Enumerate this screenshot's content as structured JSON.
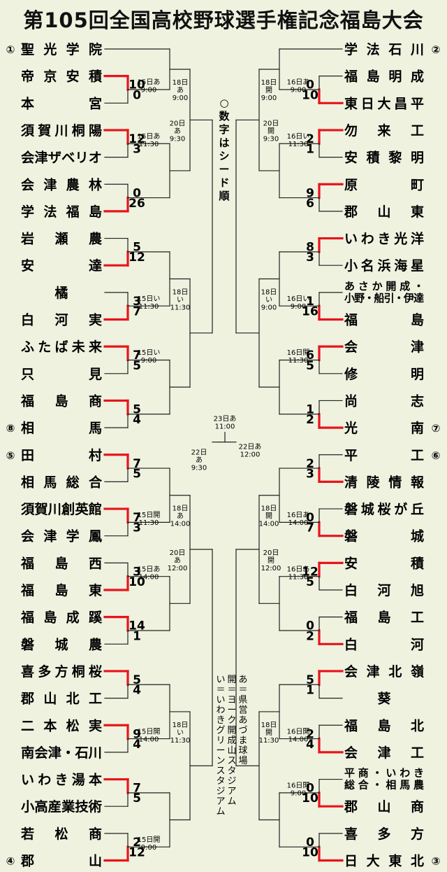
{
  "title": "第105回全国高校野球選手権記念福島大会",
  "note": "○数字はシード順",
  "legend": [
    "あ＝県営あづま球場",
    "開＝ヨーク開成山スタジアム",
    "い＝いわきグリーンスタジアム"
  ],
  "colors": {
    "winner": "#e8141c",
    "line": "#222222",
    "background": "#eef2df"
  },
  "left_teams": [
    {
      "seed": "①",
      "name": "聖光学院"
    },
    {
      "name": "帝京安積"
    },
    {
      "name": "本宮"
    },
    {
      "name": "須賀川桐陽"
    },
    {
      "name": "会津ザベリオ"
    },
    {
      "name": "会津農林"
    },
    {
      "name": "学法福島"
    },
    {
      "name": "岩瀬農"
    },
    {
      "name": "安達"
    },
    {
      "name": "橘"
    },
    {
      "name": "白河実"
    },
    {
      "name": "ふたば未来"
    },
    {
      "name": "只見"
    },
    {
      "name": "福島商"
    },
    {
      "seed": "⑧",
      "name": "相馬"
    },
    {
      "seed": "⑤",
      "name": "田村"
    },
    {
      "name": "相馬総合"
    },
    {
      "name": "須賀川創英館"
    },
    {
      "name": "会津学鳳"
    },
    {
      "name": "福島西"
    },
    {
      "name": "福島東"
    },
    {
      "name": "福島成蹊"
    },
    {
      "name": "磐城農"
    },
    {
      "name": "喜多方桐桜"
    },
    {
      "name": "郡山北工"
    },
    {
      "name": "二本松実"
    },
    {
      "name": "南会津・石川"
    },
    {
      "name": "いわき湯本"
    },
    {
      "name": "小高産業技術"
    },
    {
      "name": "若松商"
    },
    {
      "seed": "④",
      "name": "郡山"
    }
  ],
  "right_teams": [
    {
      "seed": "②",
      "name": "学法石川"
    },
    {
      "name": "福島明成"
    },
    {
      "name": "東日大昌平"
    },
    {
      "name": "勿来工"
    },
    {
      "name": "安積黎明"
    },
    {
      "name": "原町"
    },
    {
      "name": "郡山東"
    },
    {
      "name": "いわき光洋"
    },
    {
      "name": "小名浜海星"
    },
    {
      "name": "あさか開成・",
      "line2": "小野・船引・伊達"
    },
    {
      "name": "福島"
    },
    {
      "name": "会津"
    },
    {
      "name": "修明"
    },
    {
      "name": "尚志"
    },
    {
      "seed": "⑦",
      "name": "光南"
    },
    {
      "seed": "⑥",
      "name": "平工"
    },
    {
      "name": "清陵情報"
    },
    {
      "name": "磐城桜が丘"
    },
    {
      "name": "磐城"
    },
    {
      "name": "安積"
    },
    {
      "name": "白河旭"
    },
    {
      "name": "福島工"
    },
    {
      "name": "白河"
    },
    {
      "name": "会津北嶺"
    },
    {
      "name": "葵"
    },
    {
      "name": "福島北"
    },
    {
      "name": "会津工"
    },
    {
      "name": "平商・いわき",
      "line2": "総合・相馬農"
    },
    {
      "name": "郡山商"
    },
    {
      "name": "喜多方"
    },
    {
      "seed": "③",
      "name": "日大東北"
    }
  ],
  "left_games": [
    {
      "a": 1,
      "b": 2,
      "sa": 10,
      "sb": 0,
      "w": 1,
      "date": "15日",
      "venue": "あ",
      "time": "9:00"
    },
    {
      "a": 3,
      "b": 4,
      "sa": 12,
      "sb": 3,
      "w": 3,
      "date": "15日",
      "venue": "あ",
      "time": "11:30"
    },
    {
      "a": 5,
      "b": 6,
      "sa": 0,
      "sb": 26,
      "w": 6
    },
    {
      "a": 7,
      "b": 8,
      "sa": 5,
      "sb": 12,
      "w": 8
    },
    {
      "a": 9,
      "b": 10,
      "sa": 3,
      "sb": 7,
      "w": 10,
      "date": "15日",
      "venue": "い",
      "time": "11:30"
    },
    {
      "a": 11,
      "b": 12,
      "sa": 7,
      "sb": 5,
      "w": 11,
      "date": "15日",
      "venue": "い",
      "time": "9:00"
    },
    {
      "a": 13,
      "b": 14,
      "sa": 5,
      "sb": 4,
      "w": 13
    },
    {
      "a": 15,
      "b": 16,
      "sa": 7,
      "sb": 5,
      "w": 15
    },
    {
      "a": 17,
      "b": 18,
      "sa": 7,
      "sb": 3,
      "w": 17,
      "date": "15日",
      "venue": "開",
      "time": "11:30"
    },
    {
      "a": 19,
      "b": 20,
      "sa": 3,
      "sb": 10,
      "w": 20,
      "date": "15日",
      "venue": "あ",
      "time": "14:00"
    },
    {
      "a": 21,
      "b": 22,
      "sa": 14,
      "sb": 1,
      "w": 21
    },
    {
      "a": 23,
      "b": 24,
      "sa": 5,
      "sb": 4,
      "w": 23
    },
    {
      "a": 25,
      "b": 26,
      "sa": 9,
      "sb": 4,
      "w": 25,
      "date": "15日",
      "venue": "開",
      "time": "14:00"
    },
    {
      "a": 27,
      "b": 28,
      "sa": 7,
      "sb": 5,
      "w": 27
    },
    {
      "a": 29,
      "b": 30,
      "sa": 2,
      "sb": 12,
      "w": 30,
      "date": "15日",
      "venue": "開",
      "time": "9:00"
    }
  ],
  "right_games": [
    {
      "a": 1,
      "b": 2,
      "sa": 0,
      "sb": 10,
      "w": 2,
      "date": "16日",
      "venue": "あ",
      "time": "9:00"
    },
    {
      "a": 3,
      "b": 4,
      "sa": 2,
      "sb": 1,
      "w": 3,
      "date": "16日",
      "venue": "い",
      "time": "11:30"
    },
    {
      "a": 5,
      "b": 6,
      "sa": 9,
      "sb": 6,
      "w": 5
    },
    {
      "a": 7,
      "b": 8,
      "sa": 8,
      "sb": 3,
      "w": 7
    },
    {
      "a": 9,
      "b": 10,
      "sa": 1,
      "sb": 16,
      "w": 10,
      "date": "16日",
      "venue": "い",
      "time": "9:00"
    },
    {
      "a": 11,
      "b": 12,
      "sa": 6,
      "sb": 5,
      "w": 11,
      "date": "16日",
      "venue": "開",
      "time": "11:30"
    },
    {
      "a": 13,
      "b": 14,
      "sa": 1,
      "sb": 2,
      "w": 14
    },
    {
      "a": 15,
      "b": 16,
      "sa": 2,
      "sb": 3,
      "w": 16
    },
    {
      "a": 17,
      "b": 18,
      "sa": 0,
      "sb": 7,
      "w": 18,
      "date": "16日",
      "venue": "あ",
      "time": "14:00"
    },
    {
      "a": 19,
      "b": 20,
      "sa": 12,
      "sb": 5,
      "w": 19,
      "date": "16日",
      "venue": "あ",
      "time": "11:30"
    },
    {
      "a": 21,
      "b": 22,
      "sa": 0,
      "sb": 2,
      "w": 22
    },
    {
      "a": 23,
      "b": 24,
      "sa": 5,
      "sb": 1,
      "w": 23
    },
    {
      "a": 25,
      "b": 26,
      "sa": 2,
      "sb": 4,
      "w": 26,
      "date": "16日",
      "venue": "開",
      "time": "14:00"
    },
    {
      "a": 27,
      "b": 28,
      "sa": 0,
      "sb": 10,
      "w": 28,
      "date": "16日",
      "venue": "開",
      "time": "9:00"
    },
    {
      "a": 29,
      "b": 30,
      "sa": 0,
      "sb": 10,
      "w": 30
    }
  ],
  "left_r2": [
    {
      "date": "18日",
      "venue": "あ",
      "time": "9:00"
    },
    {
      "date": "18日",
      "venue": "い",
      "time": "11:30"
    },
    {
      "date": "18日",
      "venue": "あ",
      "time": "14:00"
    },
    {
      "date": "18日",
      "venue": "い",
      "time": "11:30"
    }
  ],
  "right_r2": [
    {
      "date": "18日",
      "venue": "開",
      "time": "9:00"
    },
    {
      "date": "18日",
      "venue": "い",
      "time": "9:00"
    },
    {
      "date": "18日",
      "venue": "開",
      "time": "14:00"
    },
    {
      "date": "18日",
      "venue": "開",
      "time": "11:30"
    }
  ],
  "left_r3": [
    {
      "date": "20日",
      "venue": "あ",
      "time": "9:30"
    },
    {
      "date": "20日",
      "venue": "あ",
      "time": "12:00"
    }
  ],
  "right_r3": [
    {
      "date": "20日",
      "venue": "開",
      "time": "9:30"
    },
    {
      "date": "20日",
      "venue": "開",
      "time": "12:00"
    }
  ],
  "semis": [
    {
      "date": "22日",
      "venue": "あ",
      "time": "9:30"
    },
    {
      "date": "22日",
      "venue": "あ",
      "time": "12:00"
    }
  ],
  "final": {
    "date": "23日",
    "venue": "あ",
    "time": "11:00"
  }
}
